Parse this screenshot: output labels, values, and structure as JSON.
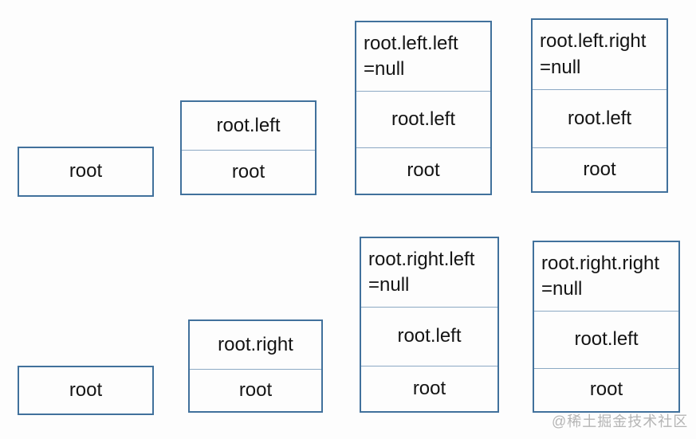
{
  "colors": {
    "box_border": "#41719c",
    "cell_separator": "#8ca9c4",
    "text": "#141414",
    "background": "#fdfdfd",
    "watermark": "#b5b5b5"
  },
  "watermark": {
    "text": "@稀土掘金技术社区"
  },
  "stacks": [
    {
      "name": "call-stack-root",
      "frames": [
        "root"
      ]
    },
    {
      "name": "call-stack-root-left",
      "frames": [
        "root.left",
        "root"
      ]
    },
    {
      "name": "call-stack-root-left-left-null",
      "frames": [
        "root.left.left\n=null",
        "root.left",
        "root"
      ]
    },
    {
      "name": "call-stack-root-left-right-null",
      "frames": [
        "root.left.right\n=null",
        "root.left",
        "root"
      ]
    },
    {
      "name": "call-stack-root-2",
      "frames": [
        "root"
      ]
    },
    {
      "name": "call-stack-root-right",
      "frames": [
        "root.right",
        "root"
      ]
    },
    {
      "name": "call-stack-root-right-left-null",
      "frames": [
        "root.right.left\n=null",
        "root.left",
        "root"
      ]
    },
    {
      "name": "call-stack-root-right-right-null",
      "frames": [
        "root.right.right\n=null",
        "root.left",
        "root"
      ]
    }
  ]
}
